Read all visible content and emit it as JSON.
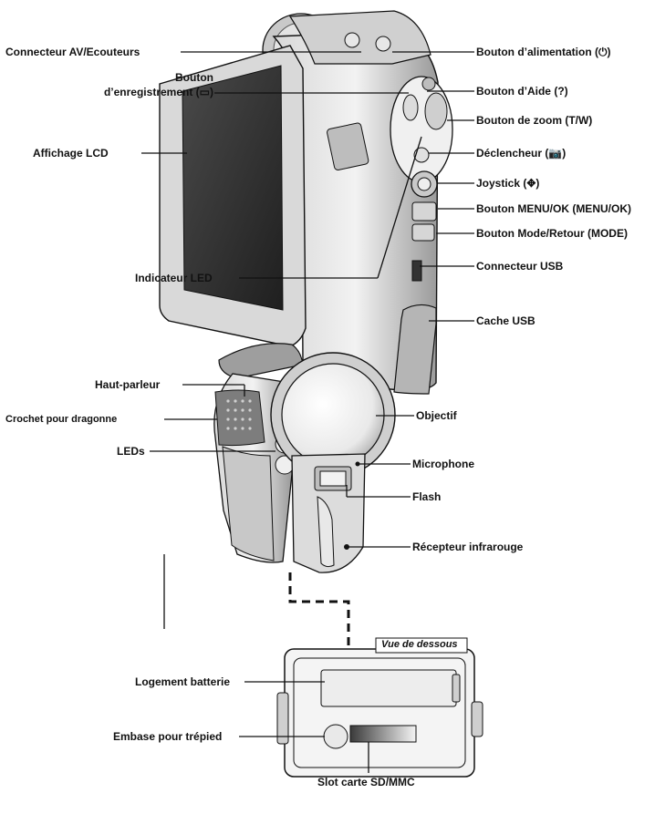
{
  "labels": {
    "av_connector": "Connecteur AV/Ecouteurs",
    "record_button_line1": "Bouton",
    "record_button_line2": "d’enregistrement (▭)",
    "lcd_display": "Affichage LCD",
    "led_indicator": "Indicateur LED",
    "power_button": "Bouton d’alimentation (⏻)",
    "help_button": "Bouton d’Aide (?)",
    "zoom_button": "Bouton de zoom (T/W)",
    "shutter": "Déclencheur (📷)",
    "joystick": "Joystick (✥)",
    "menu_ok_button": "Bouton MENU/OK (MENU/OK)",
    "mode_return_button": "Bouton Mode/Retour (MODE)",
    "usb_connector": "Connecteur USB",
    "usb_cover": "Cache USB",
    "speaker": "Haut-parleur",
    "strap_hook": "Crochet pour dragonne",
    "leds": "LEDs",
    "lens": "Objectif",
    "microphone": "Microphone",
    "flash": "Flash",
    "ir_receiver": "Récepteur infrarouge",
    "battery_slot": "Logement batterie",
    "tripod_socket": "Embase pour trépied",
    "sd_slot": "Slot carte SD/MMC",
    "bottom_view": "Vue de dessous"
  },
  "colors": {
    "line": "#111111",
    "body_light": "#e6e6e6",
    "body_mid": "#bdbdbd",
    "body_dark": "#7a7a7a",
    "screen": "#3a3a3a"
  }
}
